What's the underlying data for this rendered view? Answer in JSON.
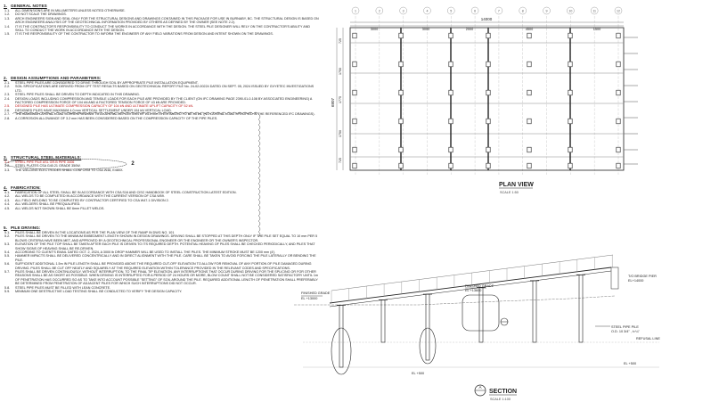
{
  "sections": [
    {
      "num": "1.",
      "title": "GENERAL NOTES",
      "notes": [
        {
          "num": "1.1.",
          "text": "ALL DIMENSIONS ARE IN MILLIMETERS UNLESS NOTED OTHERWISE."
        },
        {
          "num": "1.2.",
          "text": "DO NOT SCALE THE DRAWINGS."
        },
        {
          "num": "1.3.",
          "text": "ARCH ENGINEERS SIGN AND SEAL ONLY FOR THE STRUCTURAL DESIGNS AND DRAWINGS CONTAINED IN THIS PACKAGE FOR USE IN BURNABY, BC. THE STRUCTURAL DESIGN IS BASED ON ARCH ENGINEERS ANALYSIS OF THE GEOTECHNICAL INFORMATION PROVIDED BY OTHERS AS DEFINED BY THE OWNER (SEE NOTE 2.2)."
        },
        {
          "num": "1.4.",
          "text": "IT IS THE CONTRACTOR'S RESPONSIBILITY TO CONDUCT THE WORKS IN ACCORDANCE WITH THE DESIGN. THE STEEL PILE DESIGNER WILL RELY ON THE CONTRACTOR'S ABILITY AND SKILL TO CONDUCT THE WORK IN ACCORDANCE WITH THE DESIGN."
        },
        {
          "num": "1.5.",
          "text": "IT IS THE RESPONSIBILITY OF THE CONTRACTOR TO INFORM THE ENGINEER OF ANY FIELD VARIATIONS FROM DESIGN AND INTENT SHOWN ON THE DRAWINGS."
        }
      ]
    },
    {
      "num": "2.",
      "title": "DESIGN ASSUMPTIONS AND PARAMETERS:",
      "notes": [
        {
          "num": "2.1.",
          "text": "STEEL PIPE PILES ARE CONSIDERED TO DRIVE THROUGH SOIL BY APPROPRIATE PILE INSTALLATION EQUIPMENT."
        },
        {
          "num": "2.2.",
          "text": "SOIL SPECIFICATIONS ARE DERIVED FROM CPT TEST RESULTS BASED ON GEOTECHNICAL REPORT FILE No. 24-02-00224 DATED ON SEPT. 05, 2024 ISSUED BY GVYETEC INVESTIGATIONS LTD."
        },
        {
          "num": "2.3.",
          "text": "STEEL PIPE PILES SHALL BE DRIVEN TO DEPTH INDICATED IN THIS DRAWING."
        },
        {
          "num": "2.4.",
          "text": "DESIGN LOADS INCLUDING COMPRESSION AND TENSILE LOADS FOR EACH PILE ARE PROVIDED BY THE CLIENT (ON IFC DRAWING PAGE 2390-01-0-108 BY ASSOCIATED ENGINEERING) A FACTORED COMPRESSION FORCE OF 104 kN AND A FACTORED TENSION FORCE OF 43 kN ARE PROVIDED."
        },
        {
          "num": "2.5.",
          "text": "DESIGNED PILE HAS ULTIMATE COMPRESSION CAPACITY OF 104 kN AND ULTIMATE UPLIFT CAPACITY OF 52 kN.",
          "red": true
        },
        {
          "num": "2.6.",
          "text": "DESIGNED PILES HAVE MAXIMUM 4.0 mm VERTICAL SETTLEMENT UNDER 104 kN VERTICAL LOAD."
        },
        {
          "num": "2.7.",
          "text": "THE MAXIMUM LATERAL LOAD CORRESPONDING TO A LATERAL DEFLECTION OF 25.0 mm IS ESTIMATED TO BE 45 kN. (NO LATERAL LOAD SPECIFIED IN THE REFERENCED IFC DRAWINGS)."
        },
        {
          "num": "2.8.",
          "text": "A CORROSION ALLOWANCE OF 3.2 mm HAS BEEN CONSIDERED BASED ON THE COMPRESSION CAPACITY OF THE PIPE PILES."
        }
      ]
    },
    {
      "num": "3.",
      "title": "STRUCTURAL STEEL MATERIALS:",
      "notes": [
        {
          "num": "3.1.",
          "text": "STEEL PIPE PILE ASL GR.B PIPE 3406",
          "red": true
        },
        {
          "num": "3.2.",
          "text": "STEEL PLATES CSA G40.21 GRADE 350W."
        },
        {
          "num": "3.3.",
          "text": "THE WELDING ELECTRODES SHALL CONFORM TO CSA W48, E480X."
        }
      ]
    },
    {
      "num": "4.",
      "title": "FABRICATION:",
      "notes": [
        {
          "num": "4.1.",
          "text": "FABRICATION OF ALL STEEL SHALL BE IN ACCORDANCE WITH CSA S16 AND CISC HANDBOOK OF STEEL CONSTRUCTION LATEST EDITION."
        },
        {
          "num": "4.2.",
          "text": "ALL WELDS TO BE COMPLETED IN ACCORDANCE WITH THE CURRENT VERSION OF CSA W59."
        },
        {
          "num": "4.3.",
          "text": "ALL FIELD WELDING TO BE COMPLETED BY CONTRACTOR CERTIFIED TO CSA W47.1 DIVISION 2."
        },
        {
          "num": "4.4.",
          "text": "ALL WELDERS SHALL BE PREQUALIFIED."
        },
        {
          "num": "4.5.",
          "text": "ALL WELDS NOT SHOWN SHALL BE 6mm FILLET WELDS."
        }
      ]
    },
    {
      "num": "5.",
      "title": "PILE DRIVING:",
      "notes": [
        {
          "num": "5.1.",
          "text": "PILES SHALL BE DRIVEN IN THE LOCATIONS AS PER THE PLAN VIEW OF THE RAMP IN DWG NO. 101"
        },
        {
          "num": "5.2.",
          "text": "PILES SHALL BE DRIVEN TO THE MINIMUM EMBEDMENT LENGTH SHOWN IN DESIGN DRAWINGS. DRIVING SHALL BE STOPPED AT THIS DEPTH ONLY IF THE PILE SET EQUAL TO 10 mm PER 5 BLOWS CRITERIA HAVE BEEN MET, AND APPROVED BY A GEOTECHNICAL PROFESSIONAL ENGINEER OR THE ENGINEER OR THE OWNER'S INSPECTOR."
        },
        {
          "num": "5.3.",
          "text": "ELEVATION OF THE PILE TOP SHALL BE TAKEN AFTER EACH PILE IS DRIVEN TO ITS REQUIRED DEPTH. POTENTIAL HEAVING OF PILES SHALL BE CHECKED PERIODICALLY, AND PILES THAT SHOW SIGNS OF HEAVING SHALL BE RE-DRIVEN."
        },
        {
          "num": "5.4.",
          "text": "ACCORDING TO CLIENT'S EMAIL DATED OCT. 2, 2024, A 3000 lb DROP HAMMER WILL BE USED TO INSTALL THE PILES. THE MINIMUM STROKE MUST BE 1200 mm (4')."
        },
        {
          "num": "5.5.",
          "text": "HAMMER IMPACTS SHALL BE DELIVERED CONCENTRICALLY AND IN DIRECT ALIGNMENT WITH THE PILE. CARE SHALL BE TAKEN TO AVOID FORCING THE PILE LATERALLY OR BENDING THE PILE."
        },
        {
          "num": "5.6.",
          "text": "SUFFICIENT ADDITIONAL 1.5m IN PILE LENGTH SHALL BE PROVIDED ABOVE THE REQUIRED CUT-OFF ELEVATION TO ALLOW FOR REMOVAL OF ANY PORTION OF PILE DAMAGED DURING DRIVING. PILES SHALL BE CUT OFF NEATLY AND SQUARELY AT THE REQUIRED ELEVATION WITHIN TOLERANCE PROVIDED IN THE RELEVANT CODES AND SPECIFICATIONS."
        },
        {
          "num": "5.7.",
          "text": "PILES SHALL BE DRIVEN CONTINUOUSLY, WITHOUT INTERRUPTION, TO THE FINAL TIP ELEVATION. ANY INTERRUPTIONS THAT OCCUR DURING DRIVING FOR THE SPLICING OR FOR OTHER REASONS SHALL BE AS SHORT AS POSSIBLE. WHEN DRIVING IS INTERRUPTED FOR A PERIOD OF 24 HOURS OR MORE, BLOW COUNT SHALL NOT BE CONSIDERED SATISFACTORY UNTIL 1m OF PENETRATION HAS OCCURRED SO AS TO TAKE INTO ACCOUNT POSSIBLE \"SETTING\" OF SOIL AROUND THE PILE. REQUIRED ADDITIONAL LENGTH OF PENETRATION SHALL PREFERABLY BE DETERMINED FROM PENETRATION OF ADJACENT PILES FOR WHICH SUCH INTERRUPTIONS DID NOT OCCUR."
        },
        {
          "num": "5.8.",
          "text": "STEEL PIPE PILES MUST BE FILLED WITH LEAN CONCRETE."
        },
        {
          "num": "5.9.",
          "text": "MINIMUM ONE DESTRUCTIVE LOAD TESTING SHALL BE CONDUCTED TO VERIFY THE DESIGN CAPACITY."
        }
      ]
    }
  ],
  "revision_tags": [
    "2",
    "2"
  ],
  "plan": {
    "title": "PLAN VIEW",
    "scale": "SCALE 1:50",
    "grid_numbers": [
      "1",
      "2",
      "3",
      "4",
      "5",
      "6",
      "7",
      "8",
      "9",
      "10",
      "11",
      "12"
    ],
    "overall_dim": "14000",
    "top_dims": [
      "3000",
      "3000",
      "2000",
      "4500",
      "1500"
    ],
    "left_dims": [
      "725",
      "1750",
      "1775",
      "1750",
      "725"
    ],
    "height_dim": "6807"
  },
  "section": {
    "title": "SECTION",
    "scale": "SCALE 1:100",
    "marker": "A",
    "labels": {
      "finished_grade_left": "FINISHED GRADE",
      "el_left": "EL +13000",
      "finished_grade_mid": "FINISHED GRADE",
      "el_mid": "EL +13600",
      "bridge_pier": "T/O BRIDGE PIER",
      "el_right": "EL+14000",
      "steel_pile": "STEEL PIPE PILE",
      "pile_size": "O.D. 10 3/4\" , t=¼\"",
      "refusal": "REFUSAL LINE",
      "el_bottom": "EL +500",
      "el_bottom2": "EL +500"
    }
  },
  "colors": {
    "ink": "#222222",
    "red": "#c01818",
    "grid": "#888888",
    "light": "#bbbbbb"
  }
}
